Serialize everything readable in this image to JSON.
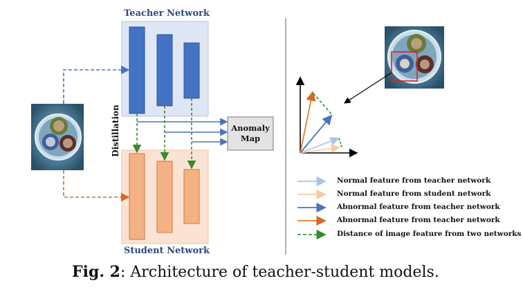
{
  "diagram": {
    "teacher_title": "Teacher Network",
    "student_title": "Student Network",
    "distillation_label": "Distillation",
    "anomaly_map_label_line1": "Anomaly",
    "anomaly_map_label_line2": "Map"
  },
  "legend": [
    {
      "label": "Normal feature from teacher network",
      "color": "#a9c4e6",
      "style": "solid"
    },
    {
      "label": "Normal feature from student network",
      "color": "#f5c9a8",
      "style": "solid"
    },
    {
      "label": "Abnormal feature from teacher network",
      "color": "#4a72c0",
      "style": "solid"
    },
    {
      "label": "Abnormal feature from teacher network",
      "color": "#e07a2e",
      "style": "solid"
    },
    {
      "label": "Distance of image feature from two networks",
      "color": "#2f9a3a",
      "style": "dashed"
    }
  ],
  "caption": {
    "prefix": "Fig. 2",
    "text": ": Architecture of teacher-student models."
  },
  "colors": {
    "teacher_bg": "#dfe6f5",
    "teacher_block": "#4472c4",
    "student_bg": "#fbe3d3",
    "student_block": "#f4b183",
    "anomaly_box": "#e3e3e3",
    "green_dash": "#3a8a2e"
  }
}
